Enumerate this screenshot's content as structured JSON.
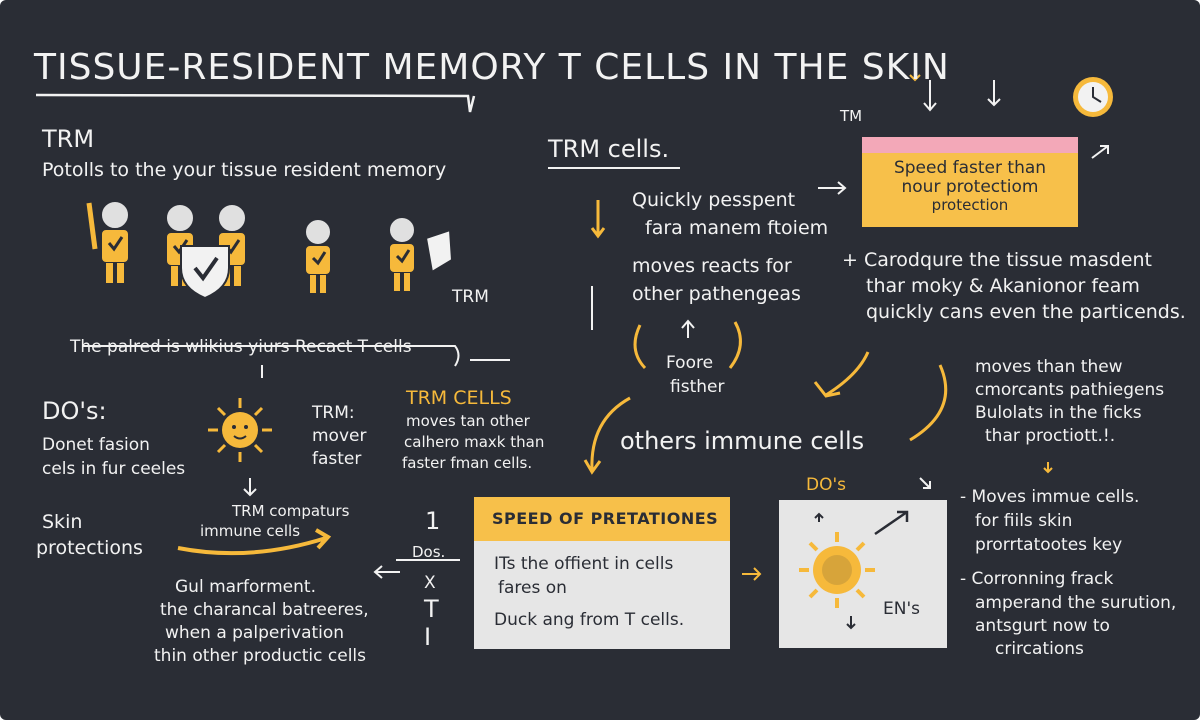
{
  "title": "TISSUE-RESIDENT MEMORY T CELLS IN THE SKIN",
  "colors": {
    "background": "#2a2d35",
    "accent": "#f6b93b",
    "pink": "#f3a8b8",
    "card": "#e6e6e6",
    "chalk": "#f2f2f2"
  },
  "left": {
    "heading": "TRM",
    "subtitle": "Potolls to the your tissue resident memory",
    "trm_label": "TRM",
    "caption": "The palred is wlikius yiurs Recact T cells",
    "dos_heading": "DO's:",
    "dos_lines": [
      "Donet fasion",
      "cels in fur ceeles"
    ],
    "trm_mover": [
      "TRM:",
      "mover",
      "faster"
    ],
    "trm_compaturs": [
      "TRM compaturs",
      "immune cells"
    ],
    "skin": [
      "Skin",
      "protections"
    ],
    "bottom_lines": [
      "Gul marforment.",
      "the charancal batreeres,",
      "when a palperivation",
      "thin other productic cells"
    ]
  },
  "center": {
    "heading": "TRM cells.",
    "lines": [
      "Quickly pesspent",
      "fara manem ftoiem",
      "moves reacts for",
      "other pathengeas"
    ],
    "foore": [
      "Foore",
      "fisther"
    ],
    "others": "others immune cells",
    "trm_cells_heading": "TRM CELLS",
    "trm_cells_lines": [
      "moves tan other",
      "calhero maxk than",
      "faster fman cells."
    ],
    "symbols": [
      "1",
      "Dos.",
      "X",
      "T",
      "I"
    ]
  },
  "speed_box": {
    "lines": [
      "Speed faster than",
      "nour protectiom",
      "protection"
    ],
    "tm_label": "TM"
  },
  "right": {
    "block1": [
      "+ Carodqure the tissue masdent",
      "thar moky & Akanionor feam",
      "quickly cans even the particends."
    ],
    "block2": [
      "moves than thew",
      "cmorcants pathiegens",
      "Bulolats in the ficks",
      "thar proctiott.!."
    ],
    "dos_label": "DO's",
    "bullets": [
      "- Moves immue cells.",
      "for fiils skin",
      "prorrtatootes key",
      "- Corronning frack",
      "amperand the surution,",
      "antsgurt now to",
      "crircations"
    ]
  },
  "card": {
    "header": "SPEED OF PRETATIONES",
    "lines": [
      "ITs the offient in cells",
      "fares on",
      "Duck ang from T cells."
    ]
  },
  "card2": {
    "label": "EN's"
  }
}
